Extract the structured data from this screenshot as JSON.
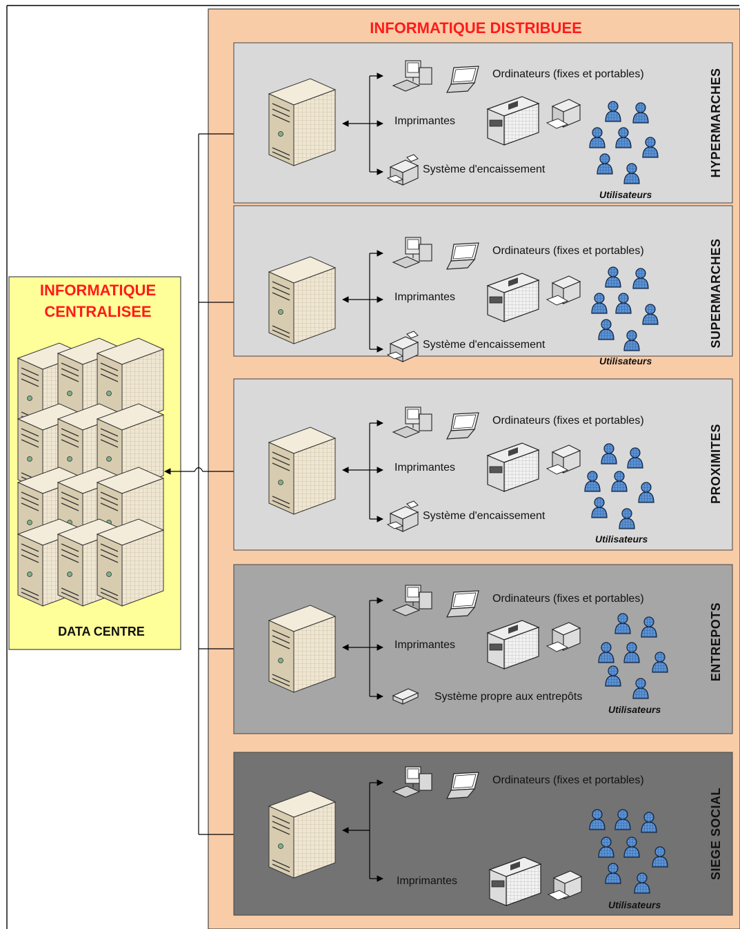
{
  "centralized": {
    "title_line1": "INFORMATIQUE",
    "title_line2": "CENTRALISEE",
    "datacenter_label": "DATA CENTRE"
  },
  "distributed": {
    "title": "INFORMATIQUE DISTRIBUEE"
  },
  "sections": [
    {
      "name": "HYPERMARCHES",
      "bg": "#d9d9d9",
      "computers_label": "Ordinateurs (fixes et portables)",
      "printers_label": "Imprimantes",
      "third_label": "Système d'encaissement",
      "users_label": "Utilisateurs"
    },
    {
      "name": "SUPERMARCHES",
      "bg": "#d9d9d9",
      "computers_label": "Ordinateurs (fixes et portables)",
      "printers_label": "Imprimantes",
      "third_label": "Système d'encaissement",
      "users_label": "Utilisateurs"
    },
    {
      "name": "PROXIMITES",
      "bg": "#d9d9d9",
      "computers_label": "Ordinateurs (fixes et portables)",
      "printers_label": "Imprimantes",
      "third_label": "Système d'encaissement",
      "users_label": "Utilisateurs"
    },
    {
      "name": "ENTREPOTS",
      "bg": "#a6a6a6",
      "computers_label": "Ordinateurs (fixes et portables)",
      "printers_label": "Imprimantes",
      "third_label": "Système propre aux entrepôts",
      "users_label": "Utilisateurs"
    },
    {
      "name": "SIEGE SOCIAL",
      "bg": "#737373",
      "computers_label": "Ordinateurs (fixes et portables)",
      "printers_label": "Imprimantes",
      "users_label": "Utilisateurs"
    }
  ],
  "colors": {
    "centralized_bg": "#ffff99",
    "distributed_bg": "#f9cca8",
    "title_red": "#ff1a1a",
    "server_face": "#e6dcc6",
    "user_blue": "#5b93d6"
  }
}
